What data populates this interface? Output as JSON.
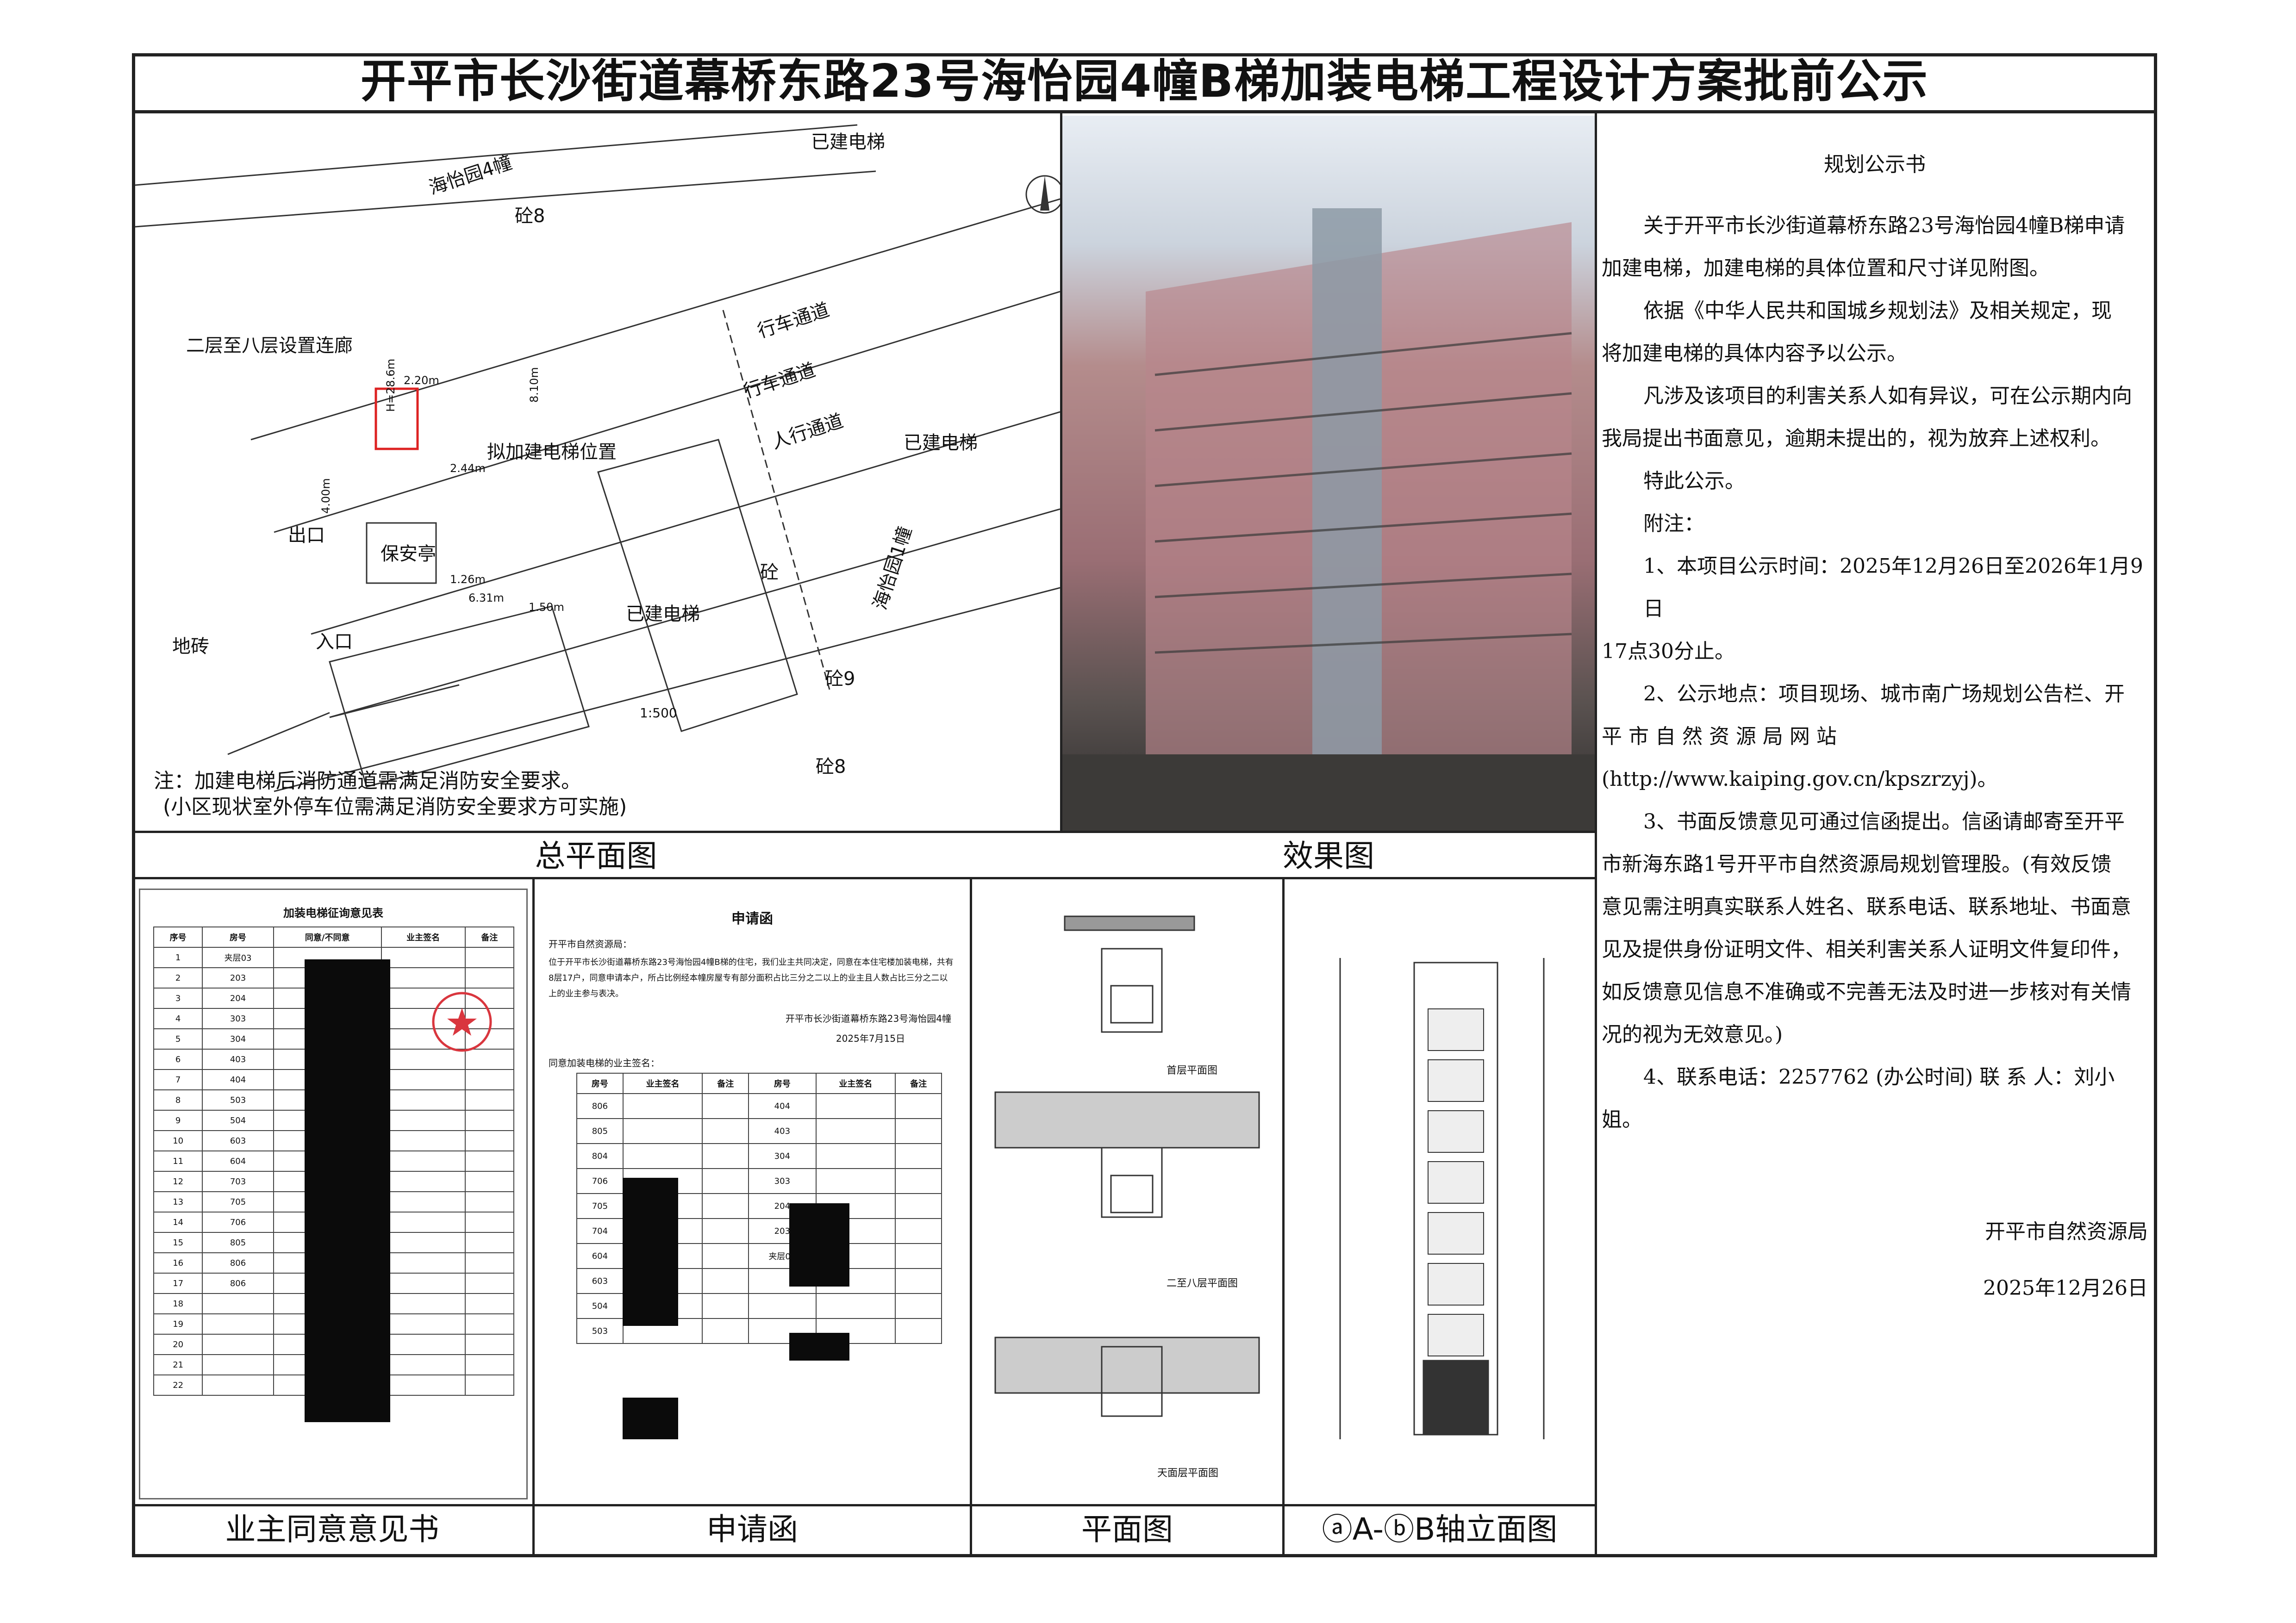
{
  "header": {
    "title": "开平市长沙街道幕桥东路23号海怡园4幢B梯加装电梯工程设计方案批前公示"
  },
  "site_plan": {
    "caption": "总平面图",
    "scale": "1:500",
    "labels": {
      "bldg4": "海怡园4幢",
      "bldg1": "海怡园1幢",
      "built_elev_1": "已建电梯",
      "built_elev_2": "已建电梯",
      "built_elev_3": "已建电梯",
      "lane_1": "行车通道",
      "lane_2": "行车通道",
      "ped_lane": "人行通道",
      "proposed": "拟加建电梯位置",
      "corridor": "二层至八层设置连廊",
      "guard": "保安亭",
      "exit": "出口",
      "entrance": "入口",
      "ground": "地砖",
      "conc_1": "砼8",
      "conc_2": "砼9",
      "conc_3": "砼8",
      "conc_4": "砼",
      "height": "H=28.6m",
      "dim_1": "2.20m",
      "dim_2": "8.10m",
      "dim_3": "4.00m",
      "dim_4": "6.31m",
      "dim_5": "1.50m",
      "dim_6": "2.44m",
      "dim_7": "1.26m"
    },
    "note_1": "注：加建电梯后消防通道需满足消防安全要求。",
    "note_2": "(小区现状室外停车位需满足消防安全要求方可实施)"
  },
  "effect": {
    "caption": "效果图"
  },
  "notice": {
    "heading": "规划公示书",
    "p1": "关于开平市长沙街道幕桥东路23号海怡园4幢B梯申请",
    "p1b": "加建电梯，加建电梯的具体位置和尺寸详见附图。",
    "p2": "依据《中华人民共和国城乡规划法》及相关规定，现",
    "p2b": "将加建电梯的具体内容予以公示。",
    "p3": "凡涉及该项目的利害关系人如有异议，可在公示期内向",
    "p3b": "我局提出书面意见，逾期未提出的，视为放弃上述权利。",
    "p4": "特此公示。",
    "p5": "附注：",
    "p6": "1、本项目公示时间：2025年12月26日至2026年1月9日",
    "p6b": "17点30分止。",
    "p7": "2、公示地点：项目现场、城市南广场规划公告栏、开",
    "p7b": "平  市  自  然  资  源  局  网  站",
    "p7c": "(http://www.kaiping.gov.cn/kpszrzyj)。",
    "p8": "3、书面反馈意见可通过信函提出。信函请邮寄至开平",
    "p8b": "市新海东路1号开平市自然资源局规划管理股。(有效反馈",
    "p8c": "意见需注明真实联系人姓名、联系电话、联系地址、书面意",
    "p8d": "见及提供身份证明文件、相关利害关系人证明文件复印件，",
    "p8e": "如反馈意见信息不准确或不完善无法及时进一步核对有关情",
    "p8f": "况的视为无效意见。)",
    "p9": "4、联系电话：2257762 (办公时间)   联 系 人：刘小",
    "p9b": "姐。",
    "org": "开平市自然资源局",
    "date": "2025年12月26日"
  },
  "consent": {
    "caption": "业主同意意见书",
    "title": "加装电梯征询意见表",
    "cols": [
      "序号",
      "房号",
      "同意/不同意",
      "业主签名",
      "备注"
    ],
    "rows": [
      [
        "1",
        "夹层03"
      ],
      [
        "2",
        "203"
      ],
      [
        "3",
        "204"
      ],
      [
        "4",
        "303"
      ],
      [
        "5",
        "304"
      ],
      [
        "6",
        "403"
      ],
      [
        "7",
        "404"
      ],
      [
        "8",
        "503"
      ],
      [
        "9",
        "504"
      ],
      [
        "10",
        "603"
      ],
      [
        "11",
        "604"
      ],
      [
        "12",
        "703"
      ],
      [
        "13",
        "705"
      ],
      [
        "14",
        "706"
      ],
      [
        "15",
        "805"
      ],
      [
        "16",
        "806"
      ],
      [
        "17",
        "806"
      ],
      [
        "18",
        ""
      ],
      [
        "19",
        ""
      ],
      [
        "20",
        ""
      ],
      [
        "21",
        ""
      ],
      [
        "22",
        ""
      ]
    ]
  },
  "application": {
    "caption": "申请函",
    "title": "申请函",
    "to": "开平市自然资源局：",
    "body": "位于开平市长沙街道幕桥东路23号海怡园4幢B梯的住宅，我们业主共同决定，同意在本住宅楼加装电梯，共有8层17户，同意申请本户，所占比例经本幢房屋专有部分面积占比三分之二以上的业主且人数占比三分之二以上的业主参与表决。",
    "sign": "开平市长沙街道幕桥东路23号海怡园4幢",
    "date": "2025年7月15日",
    "list_title": "同意加装电梯的业主签名：",
    "cols": [
      "房号",
      "业主签名",
      "备注",
      "房号",
      "业主签名",
      "备注"
    ],
    "left_rooms": [
      "806",
      "805",
      "804",
      "706",
      "705",
      "704",
      "604",
      "603",
      "504",
      "503"
    ],
    "right_rooms": [
      "404",
      "403",
      "304",
      "303",
      "204",
      "203",
      "夹层03"
    ]
  },
  "floorplan": {
    "caption": "平面图",
    "label_1": "首层平面图",
    "label_2": "二至八层平面图",
    "label_3": "天面层平面图"
  },
  "elevation": {
    "caption": "ⓐA-ⓑB轴立面图"
  }
}
